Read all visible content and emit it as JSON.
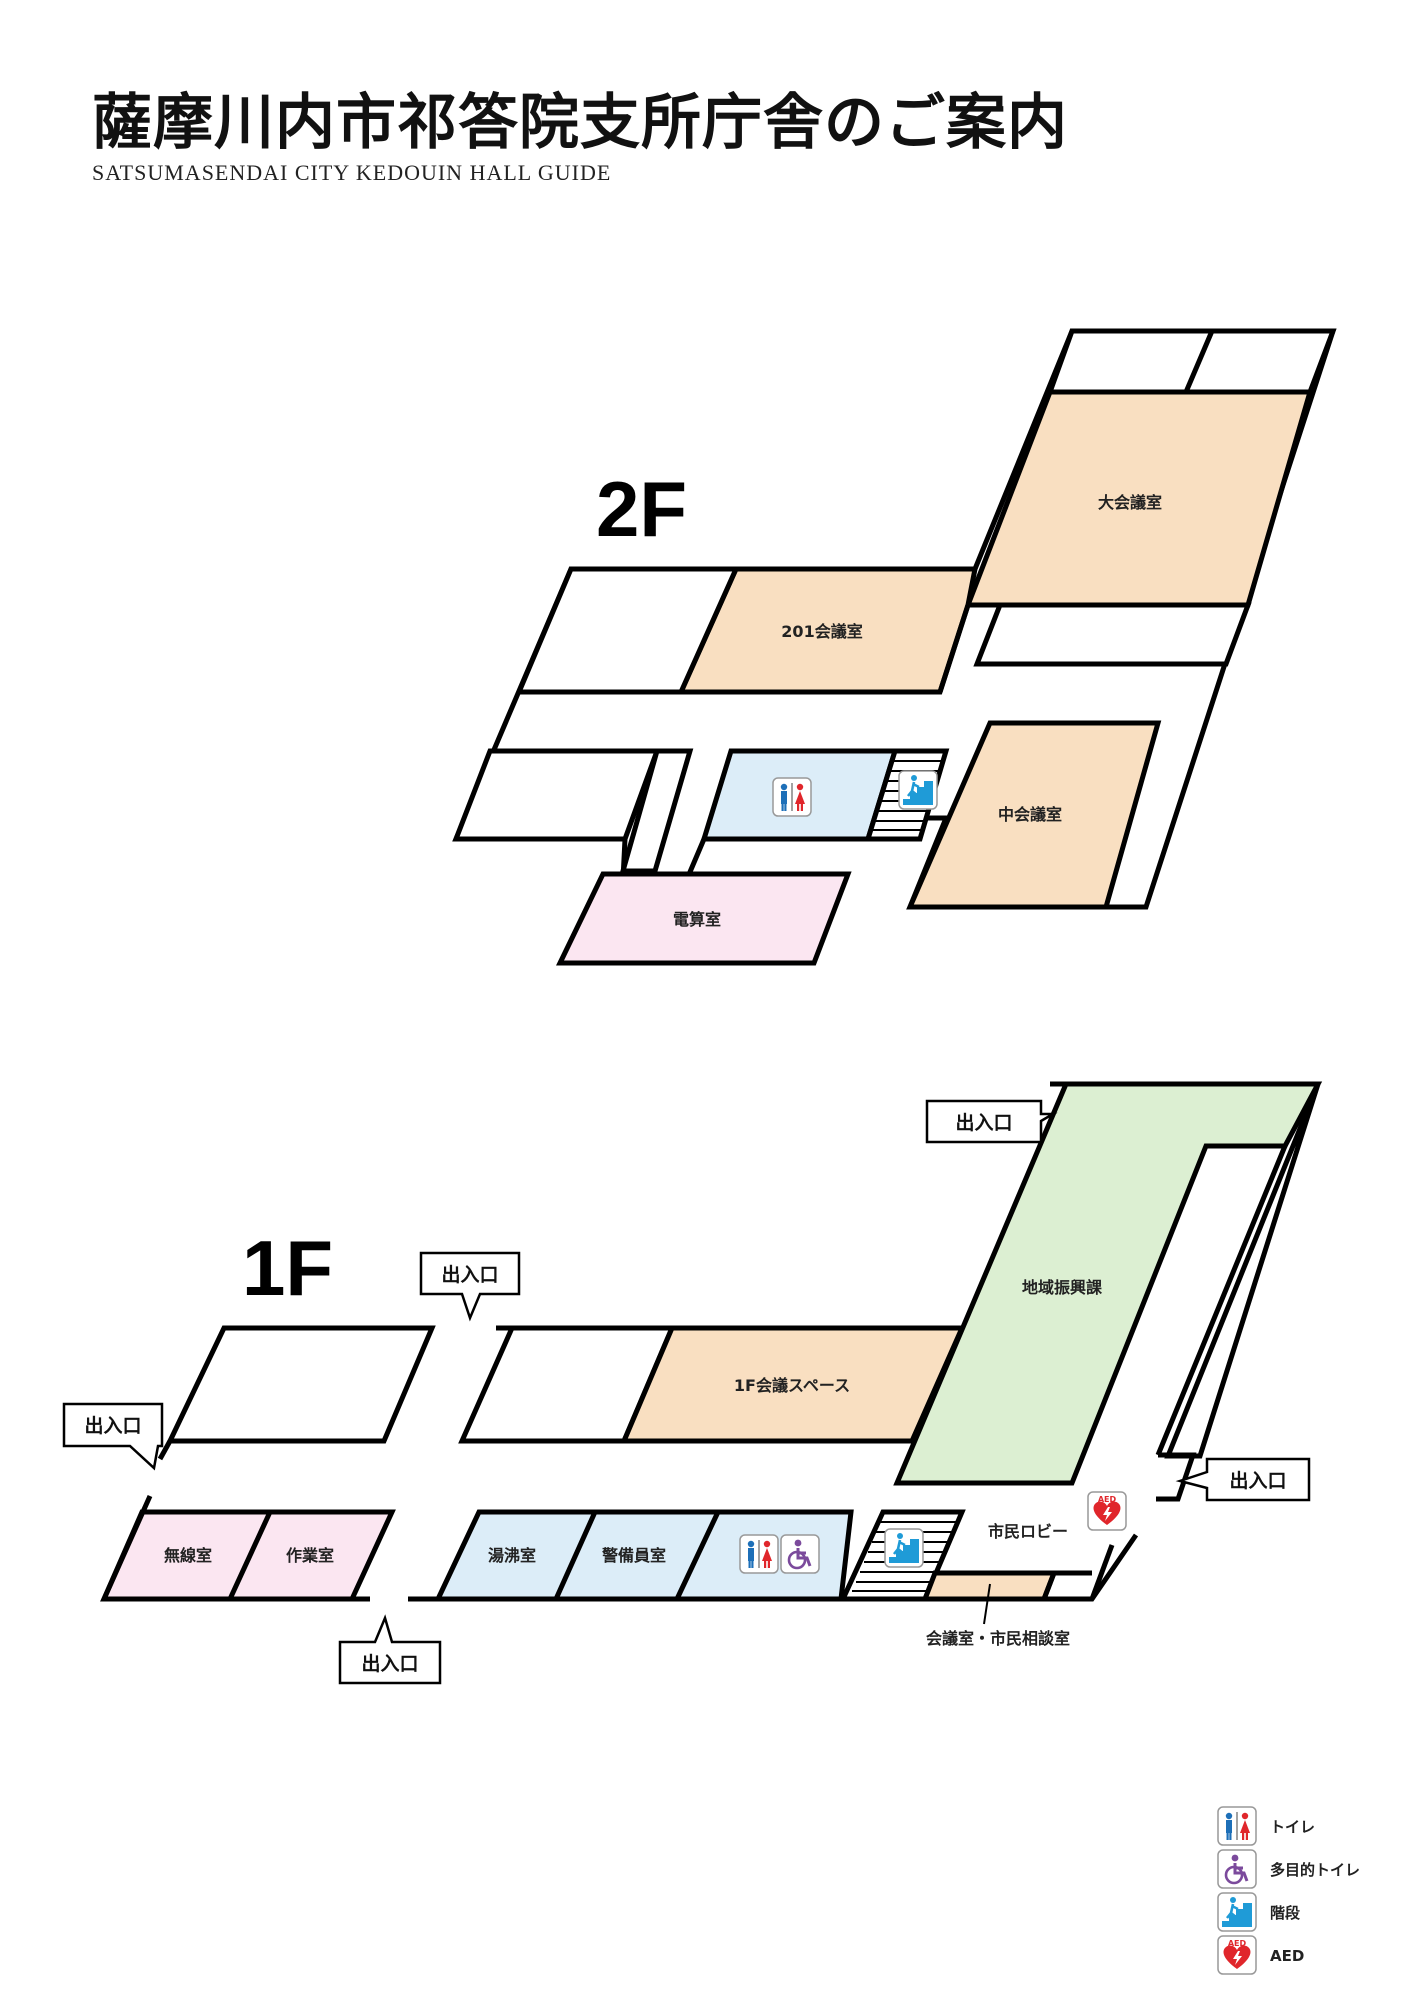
{
  "header": {
    "title": "薩摩川内市祁答院支所庁舎のご案内",
    "subtitle": "SATSUMASENDAI CITY KEDOUIN HALL GUIDE"
  },
  "colors": {
    "meeting": "#f9dfc1",
    "service": "#dcefd2",
    "utility": "#dcedf8",
    "pink": "#fbe6f1",
    "toilet_male": "#1d6fb8",
    "toilet_female": "#e0262b",
    "accessible": "#7b4a9c",
    "stairs": "#1f9bd7",
    "aed": "#e0262b"
  },
  "floor2": {
    "label": "2F",
    "rooms": {
      "large_hall": "大会議室",
      "room201": "201会議室",
      "middle_hall": "中会議室",
      "computer_room": "電算室"
    }
  },
  "floor1": {
    "label": "1F",
    "rooms": {
      "regional": "地域振興課",
      "meeting_space": "1F会議スペース",
      "radio": "無線室",
      "work": "作業室",
      "kitchen": "湯沸室",
      "guard": "警備員室",
      "lobby": "市民ロビー",
      "consult": "会議室・市民相談室"
    },
    "entrance": "出入口"
  },
  "legend": {
    "toilet": "トイレ",
    "accessible_toilet": "多目的トイレ",
    "stairs": "階段",
    "aed": "AED"
  },
  "icons": {
    "aed_text": "AED"
  }
}
